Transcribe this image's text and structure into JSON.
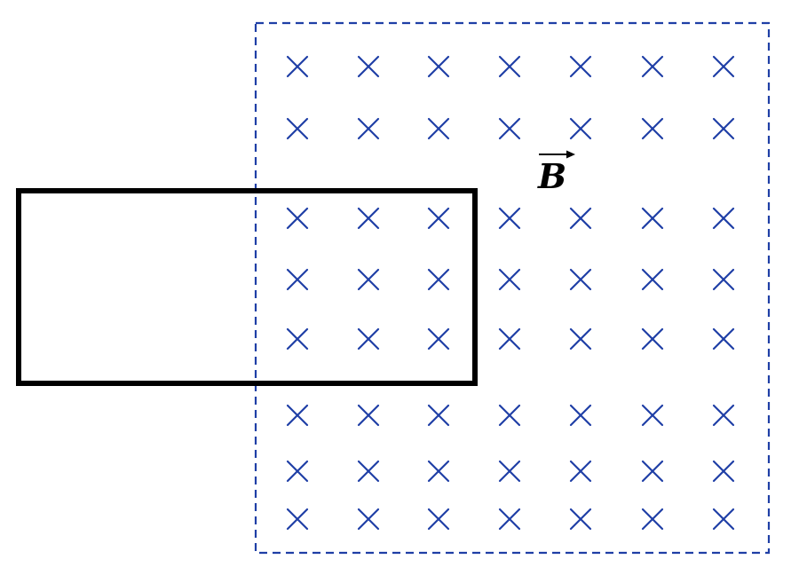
{
  "diagram": {
    "field_label": "B",
    "field_marker_symbol": "×",
    "field_direction": "into-page",
    "field_rows": 8,
    "field_columns": 7,
    "colors": {
      "background": "#ffffff",
      "field": "#1f3fa6",
      "loop": "#000000",
      "label": "#000000"
    }
  }
}
